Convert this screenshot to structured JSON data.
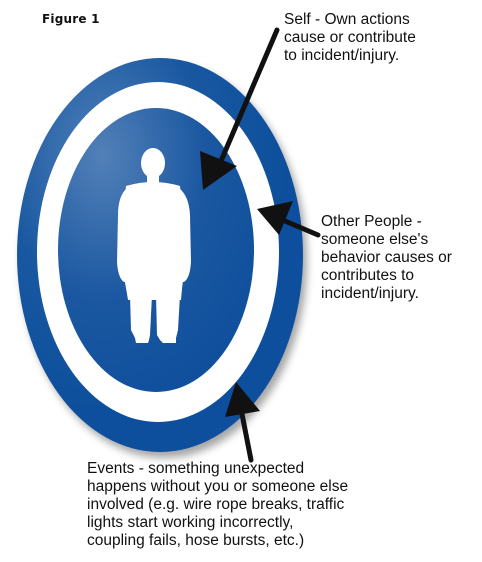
{
  "figure_label": "Figure 1",
  "colors": {
    "accent_blue": "#0f4f9c",
    "ring_white": "#ffffff",
    "arrow_black": "#111111"
  },
  "callouts": {
    "self": "Self - Own actions\ncause or contribute\nto incident/injury.",
    "other_people": "Other People -\nsomeone else's\nbehavior causes or\ncontributes to\nincident/injury.",
    "events": "Events - something unexpected\nhappens without you or someone else\ninvolved (e.g. wire rope breaks, traffic\nlights start working incorrectly,\ncoupling fails, hose bursts, etc.)"
  }
}
